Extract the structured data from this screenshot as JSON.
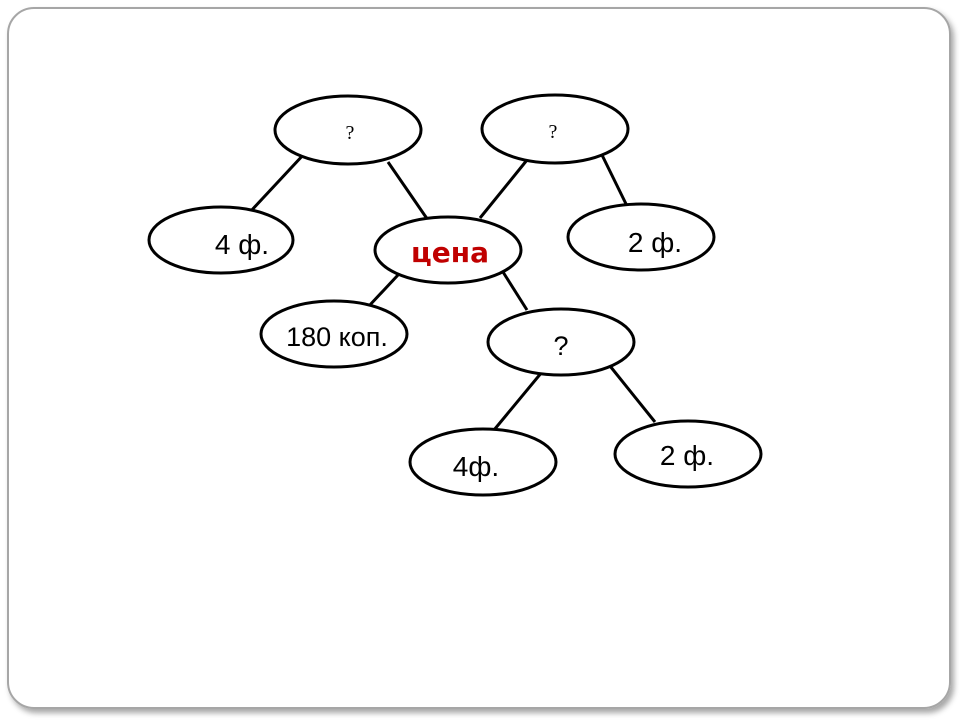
{
  "colors": {
    "outline": "#000000",
    "accent": "#c00000",
    "slide_border": "#a6a6a6"
  },
  "nodes": {
    "top_left": "?",
    "top_right": "?",
    "left_mid": "4 ф.",
    "center": "цена",
    "right_mid": "2 ф.",
    "kopecks": "180 коп.",
    "middle_q": "?",
    "bottom_left": "4ф.",
    "bottom_right": "2 ф."
  }
}
